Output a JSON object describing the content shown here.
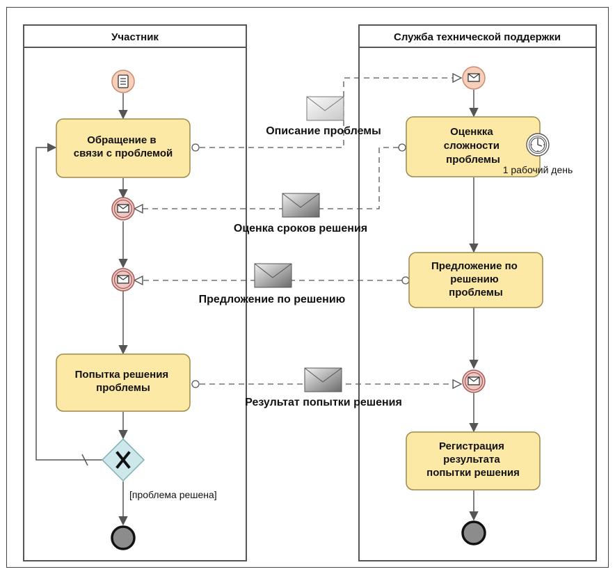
{
  "lanes": [
    {
      "title": "Участник"
    },
    {
      "title": "Служба технической поддержки"
    }
  ],
  "tasks": {
    "appeal": [
      "Обращение в",
      "связи с проблемой"
    ],
    "evaluate": [
      "Оценкка",
      "сложности",
      "проблемы"
    ],
    "proposal": [
      "Предложение по",
      "решению",
      "проблемы"
    ],
    "attempt": [
      "Попытка решения",
      "проблемы"
    ],
    "register": [
      "Регистрация",
      "результата",
      "попытки решения"
    ]
  },
  "messages": {
    "description": "Описание проблемы",
    "estimate": "Оценка сроков решения",
    "proposal": "Предложение по решению",
    "result": "Результат попытки решения"
  },
  "timer_label": "1 рабочий день",
  "gateway_condition": "[проблема решена]",
  "colors": {
    "task_fill": "#fde9a6",
    "task_stroke": "#9c8a4a",
    "start_fill": "#f7d0bc",
    "start_stroke": "#c98b71",
    "inter_fill": "#efc7c3",
    "inter_stroke": "#a55c5a",
    "gateway_fill": "#cde7ea",
    "gateway_stroke": "#7fb0b6",
    "end_fill": "#8c8c8c"
  },
  "icons": {
    "start_participant": "document-icon",
    "message": "envelope-icon",
    "timer": "clock-icon",
    "gateway": "exclusive-x-icon"
  }
}
